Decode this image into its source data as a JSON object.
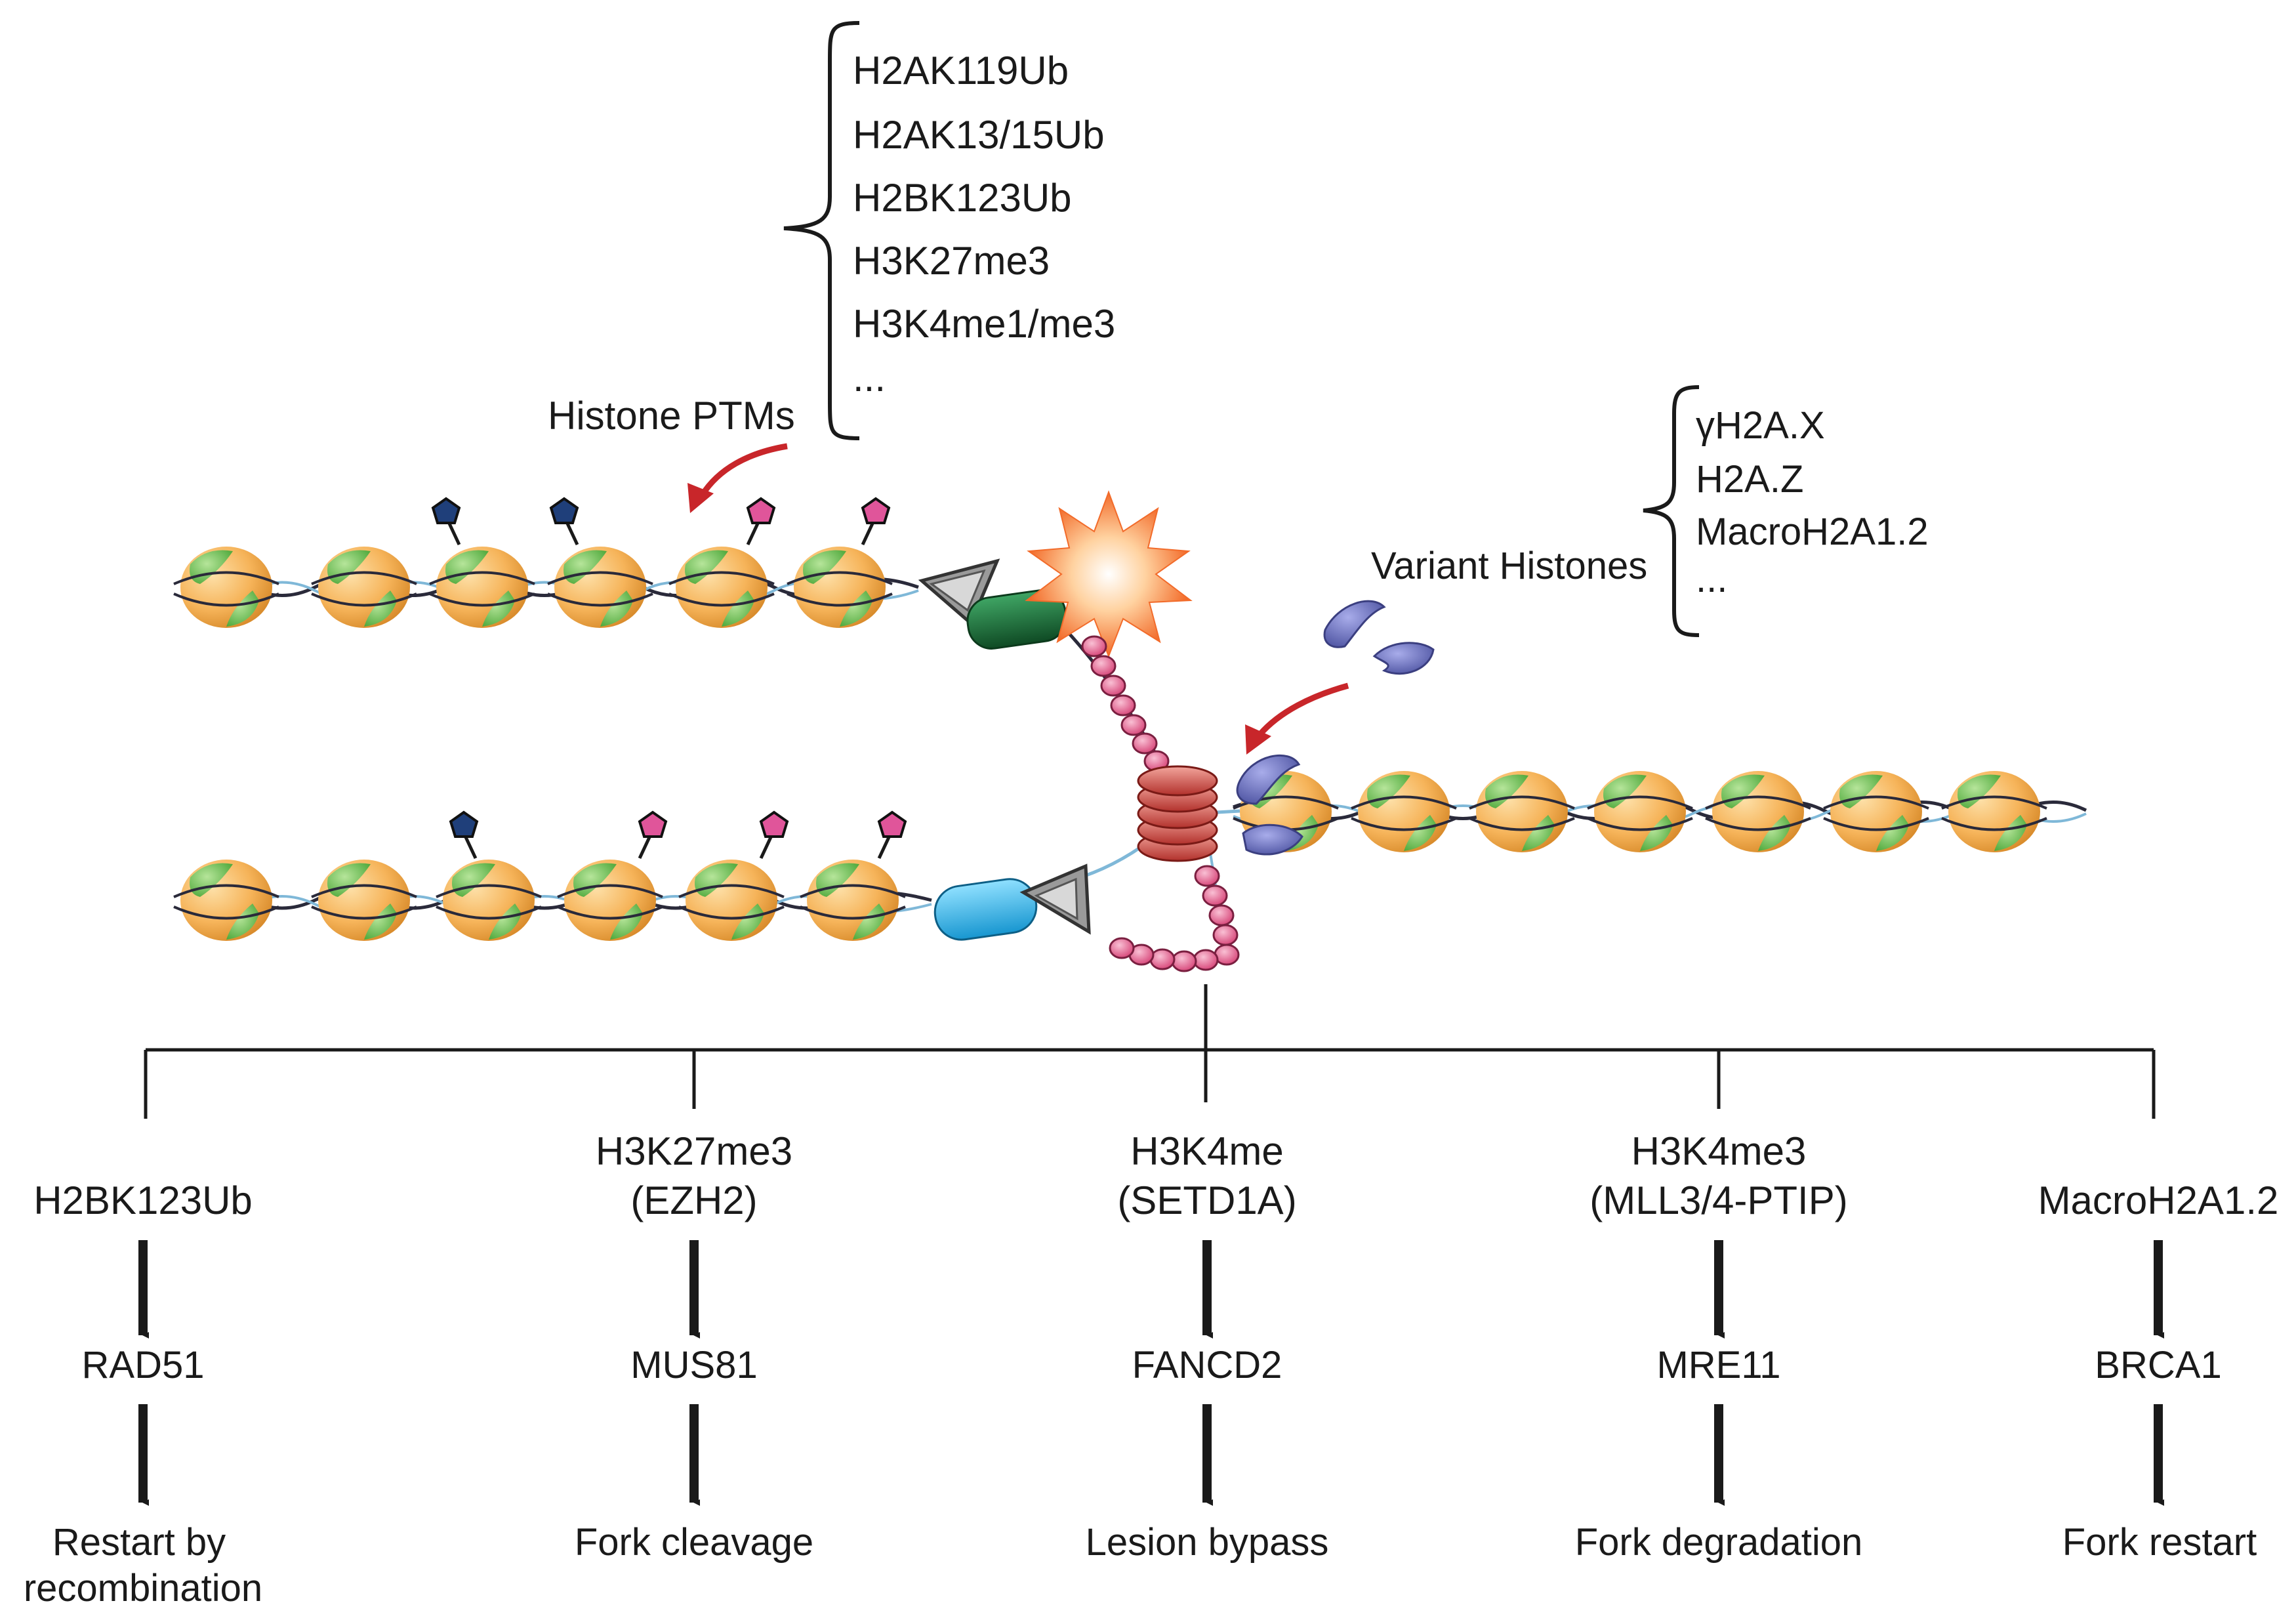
{
  "ptm_group": {
    "label": "Histone PTMs",
    "items": [
      "H2AK119Ub",
      "H2AK13/15Ub",
      "H2BK123Ub",
      "H3K27me3",
      "H3K4me1/me3",
      "..."
    ]
  },
  "variant_group": {
    "label": "Variant Histones",
    "items": [
      "γH2A.X",
      "H2A.Z",
      "MacroH2A1.2",
      "..."
    ]
  },
  "pathways": [
    {
      "mark": [
        "H2BK123Ub"
      ],
      "effector": "RAD51",
      "outcome": [
        "Restart by",
        "recombination"
      ]
    },
    {
      "mark": [
        "H3K27me3",
        "(EZH2)"
      ],
      "effector": "MUS81",
      "outcome": [
        "Fork cleavage"
      ]
    },
    {
      "mark": [
        "H3K4me",
        "(SETD1A)"
      ],
      "effector": "FANCD2",
      "outcome": [
        "Lesion bypass"
      ]
    },
    {
      "mark": [
        "H3K4me3",
        "(MLL3/4-PTIP)"
      ],
      "effector": "MRE11",
      "outcome": [
        "Fork degradation"
      ]
    },
    {
      "mark": [
        "MacroH2A1.2"
      ],
      "effector": "BRCA1",
      "outcome": [
        "Fork restart"
      ]
    }
  ],
  "colors": {
    "histone_orange": "#f6b45a",
    "histone_green": "#6cc04a",
    "mark_blue": "#1f3f7a",
    "mark_pink": "#e0559a",
    "arrow_red": "#c8262a",
    "helicase_green": "#1f6b3a",
    "polymerase_blue": "#23aee6",
    "variant_purple": "#6a6fb8",
    "pcna_red": "#c93a35",
    "rpa_pink": "#e4608e"
  }
}
